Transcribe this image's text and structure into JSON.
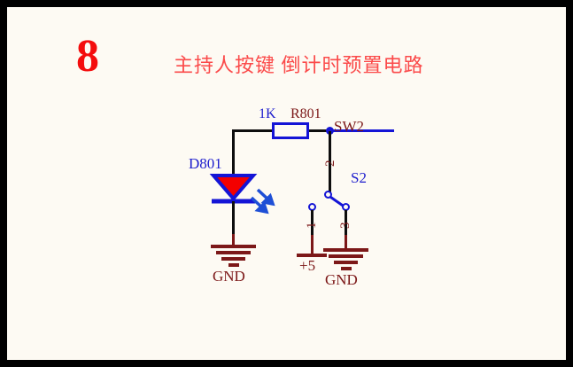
{
  "slide": {
    "number": "8",
    "title": "主持人按键 倒计时预置电路",
    "number_color": "#f40d0d",
    "title_color": "#fb4a4a",
    "background_color": "#fdfaf3",
    "border_color": "#000000"
  },
  "schematic": {
    "colors": {
      "wire_black": "#0d0d0d",
      "wire_blue": "#1414d6",
      "wire_maroon": "#7c1818",
      "led_fill": "#f40000",
      "label_blue": "#1c1ccd",
      "label_maroon": "#7c1818"
    },
    "components": [
      {
        "id": "resistor-r801",
        "type": "resistor",
        "designator": "R801",
        "value": "1K"
      },
      {
        "id": "led-d801",
        "type": "light-emitting-diode",
        "designator": "D801"
      },
      {
        "id": "switch-sw2",
        "type": "spdt-switch",
        "designator": "SW2",
        "switch_label": "S2",
        "pins": [
          "1",
          "2",
          "3"
        ]
      }
    ],
    "labels": {
      "resistor_value": "1K",
      "resistor_ref": "R801",
      "led_ref": "D801",
      "switch_ref": "SW2",
      "switch_lever": "S2",
      "pin_1": "1",
      "pin_2": "2",
      "pin_3": "3"
    },
    "power_nets": [
      {
        "id": "gnd-led",
        "name": "GND",
        "symbol": "ground"
      },
      {
        "id": "vcc-pin1",
        "name": "+5",
        "symbol": "supply"
      },
      {
        "id": "gnd-pin3",
        "name": "GND",
        "symbol": "ground"
      }
    ]
  }
}
